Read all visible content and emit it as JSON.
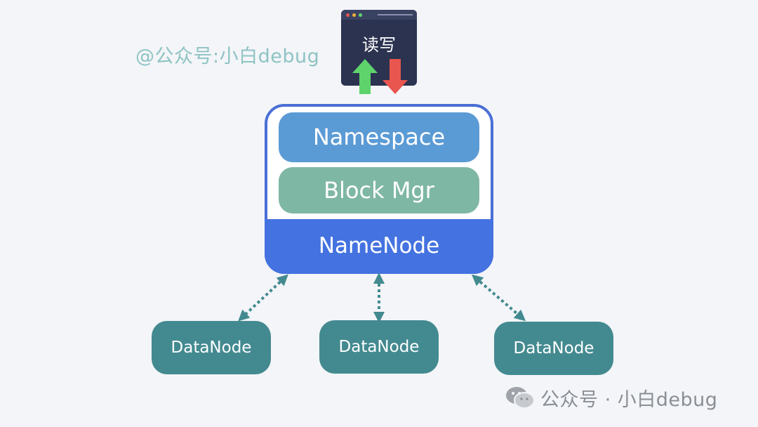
{
  "watermark_top": "@公众号:小白debug",
  "client": {
    "label": "读写"
  },
  "namenode": {
    "layers": {
      "namespace": "Namespace",
      "block_mgr": "Block Mgr",
      "namenode": "NameNode"
    }
  },
  "datanodes": [
    {
      "label": "DataNode"
    },
    {
      "label": "DataNode"
    },
    {
      "label": "DataNode"
    }
  ],
  "watermark_bottom": "公众号 · 小白debug",
  "colors": {
    "namespace": "#5b9bd5",
    "block_mgr": "#7fb7a5",
    "namenode": "#4472e0",
    "datanode": "#438a90",
    "link": "#438a90",
    "up_arrow": "#5fd36b",
    "down_arrow": "#e8564f"
  }
}
